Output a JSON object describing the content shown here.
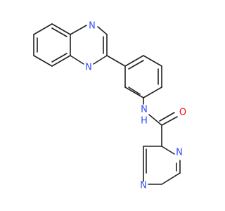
{
  "colors": {
    "bond": "#222222",
    "nitrogen": "#3050F8",
    "oxygen": "#FF0D0D",
    "carbon": "#222222"
  },
  "atoms": {
    "quinoxaline_n1": {
      "symbol": "N",
      "element": "nitrogen"
    },
    "quinoxaline_n4": {
      "symbol": "N",
      "element": "nitrogen"
    },
    "amide_nh": {
      "symbol": "N",
      "sub": "H",
      "element": "nitrogen"
    },
    "carbonyl_o": {
      "symbol": "O",
      "element": "oxygen"
    },
    "pyrazine_n1": {
      "symbol": "N",
      "element": "nitrogen"
    },
    "pyrazine_n4": {
      "symbol": "N",
      "element": "nitrogen"
    }
  }
}
